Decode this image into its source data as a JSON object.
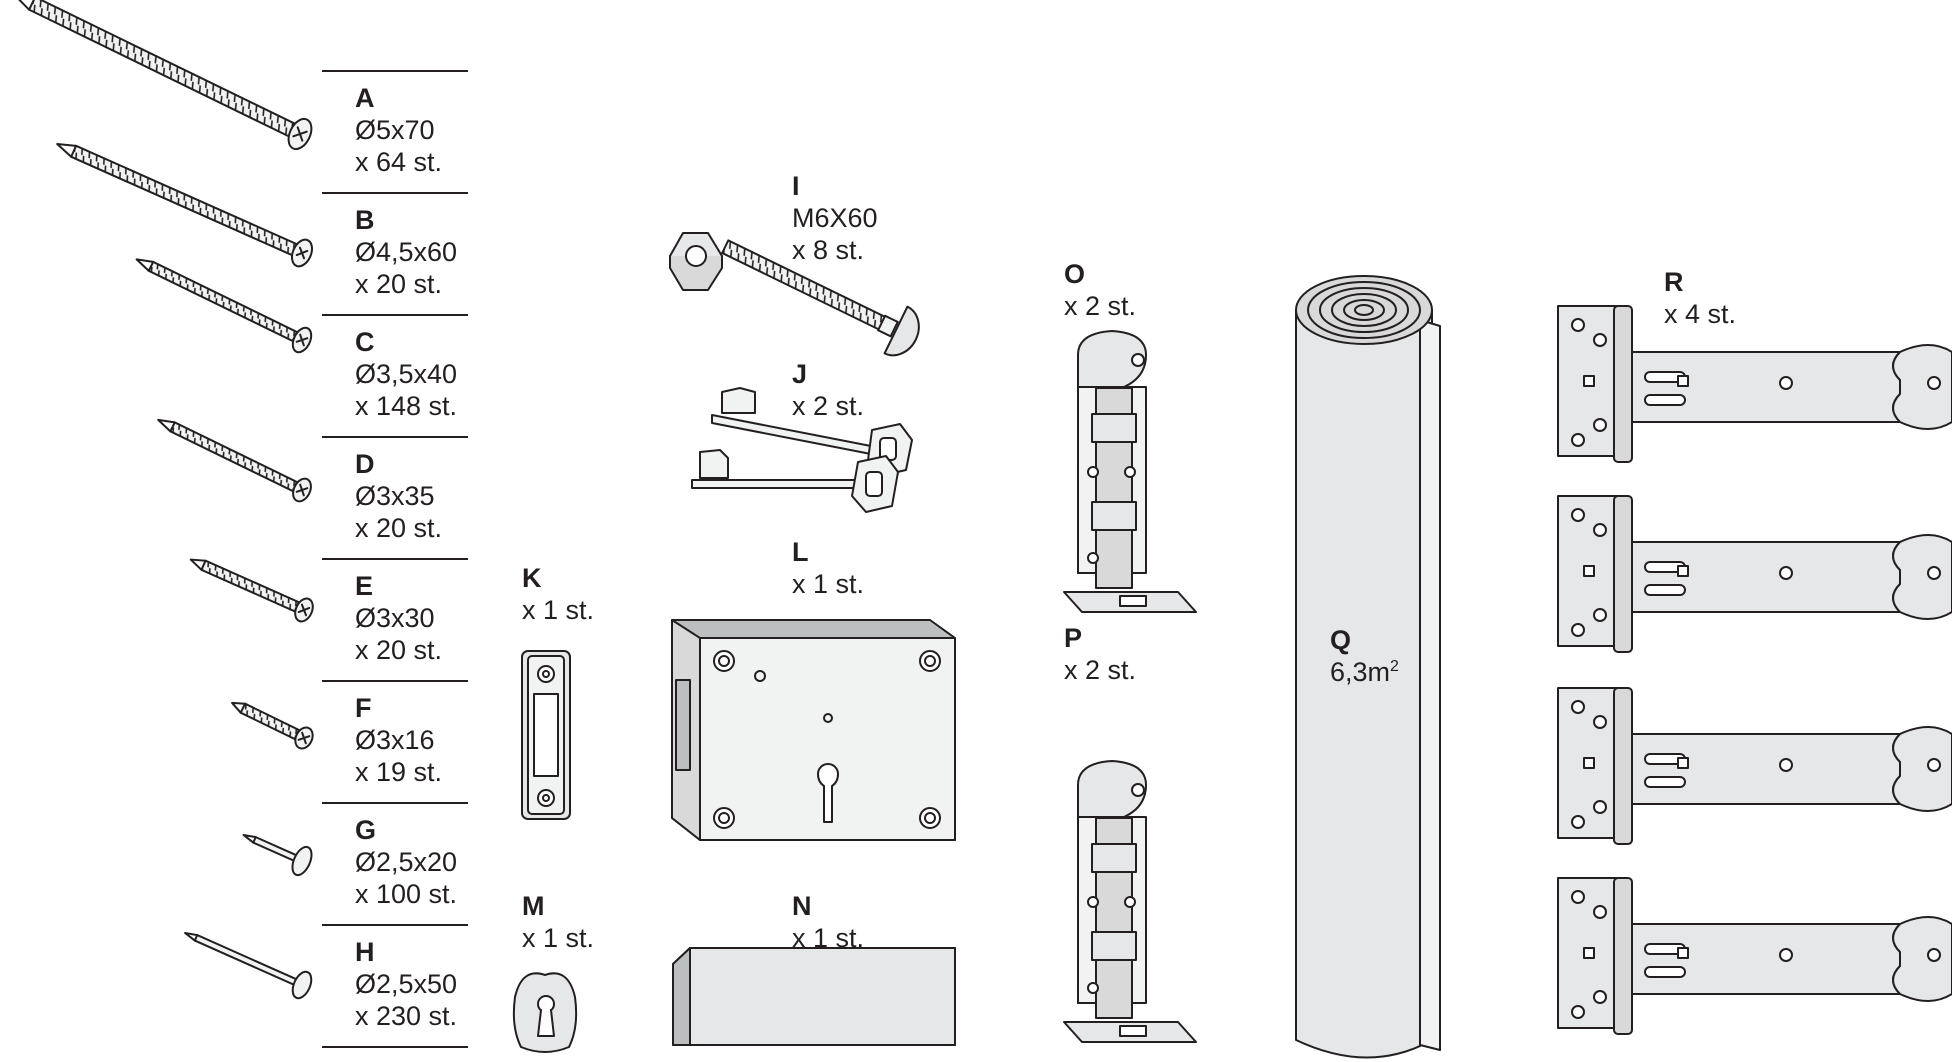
{
  "colors": {
    "stroke": "#231f20",
    "fill_light": "#f1f2f2",
    "fill_mid": "#d9d9d9",
    "fill_dark": "#bcbec0"
  },
  "parts": [
    {
      "code": "A",
      "size": "Ø5x70",
      "qty": "x 64 st.",
      "icon": "screw-icon"
    },
    {
      "code": "B",
      "size": "Ø4,5x60",
      "qty": "x 20 st.",
      "icon": "screw-icon"
    },
    {
      "code": "C",
      "size": "Ø3,5x40",
      "qty": "x 148 st.",
      "icon": "screw-icon"
    },
    {
      "code": "D",
      "size": "Ø3x35",
      "qty": "x 20 st.",
      "icon": "screw-icon"
    },
    {
      "code": "E",
      "size": "Ø3x30",
      "qty": "x 20 st.",
      "icon": "screw-icon"
    },
    {
      "code": "F",
      "size": "Ø3x16",
      "qty": "x 19 st.",
      "icon": "screw-icon"
    },
    {
      "code": "G",
      "size": "Ø2,5x20",
      "qty": "x 100 st.",
      "icon": "nail-icon"
    },
    {
      "code": "H",
      "size": "Ø2,5x50",
      "qty": "x 230 st.",
      "icon": "nail-icon"
    },
    {
      "code": "I",
      "size": "M6X60",
      "qty": "x 8 st.",
      "icon": "carriage-bolt-icon"
    },
    {
      "code": "J",
      "size": "",
      "qty": "x 2 st.",
      "icon": "key-icon"
    },
    {
      "code": "K",
      "size": "",
      "qty": "x 1 st.",
      "icon": "strike-plate-icon"
    },
    {
      "code": "L",
      "size": "",
      "qty": "x 1 st.",
      "icon": "box-lock-icon"
    },
    {
      "code": "M",
      "size": "",
      "qty": "x 1 st.",
      "icon": "keyhole-escutcheon-icon"
    },
    {
      "code": "N",
      "size": "",
      "qty": "x 1 st.",
      "icon": "wood-block-icon"
    },
    {
      "code": "O",
      "size": "",
      "qty": "x 2 st.",
      "icon": "barrel-bolt-icon"
    },
    {
      "code": "P",
      "size": "",
      "qty": "x 2 st.",
      "icon": "barrel-bolt-icon"
    },
    {
      "code": "Q",
      "size": "6,3m",
      "size_sup": "2",
      "qty": "",
      "icon": "roofing-felt-roll-icon"
    },
    {
      "code": "R",
      "size": "",
      "qty": "x 4 st.",
      "icon": "t-hinge-icon"
    }
  ]
}
